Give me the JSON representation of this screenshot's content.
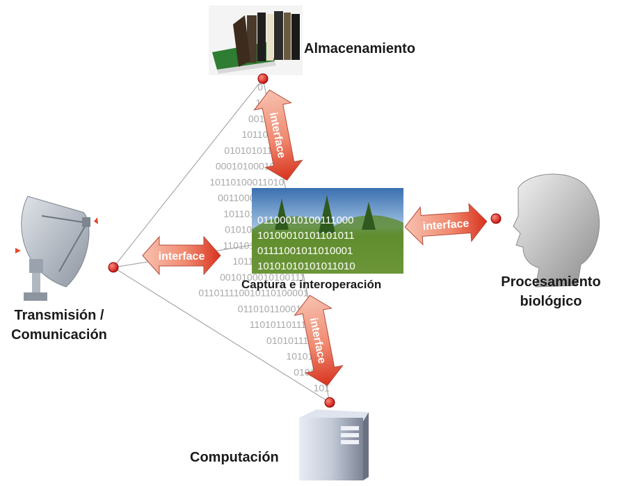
{
  "nodes": {
    "storage": "Almacenamiento",
    "transmission": "Transmisión /\nComunicación",
    "biological": "Procesamiento\nbiológico",
    "computation": "Computación",
    "center": "Captura e interoperación"
  },
  "interface_label": "interface",
  "binary_fan": [
    "0",
    "10",
    "0010",
    "101101",
    "0101010111",
    "000101000101",
    "10110100011010",
    "0011000101000",
    "1011010110111",
    "0101010100110",
    "11010101010101",
    "1011010101011",
    "0010100010100111",
    "011011110010110100001",
    "01101011000101",
    "1101011011111",
    "0101011101",
    "1010111",
    "010101",
    "101"
  ],
  "center_binary": [
    "0110001010011 1000",
    "1010001010110 1011",
    "0111100101101 0001",
    "1010101010101 1010"
  ],
  "colors": {
    "arrow_light": "#f7c2b0",
    "arrow_dark": "#d8321e",
    "dot": "#e0191b",
    "outline": "#9a9a9a"
  }
}
